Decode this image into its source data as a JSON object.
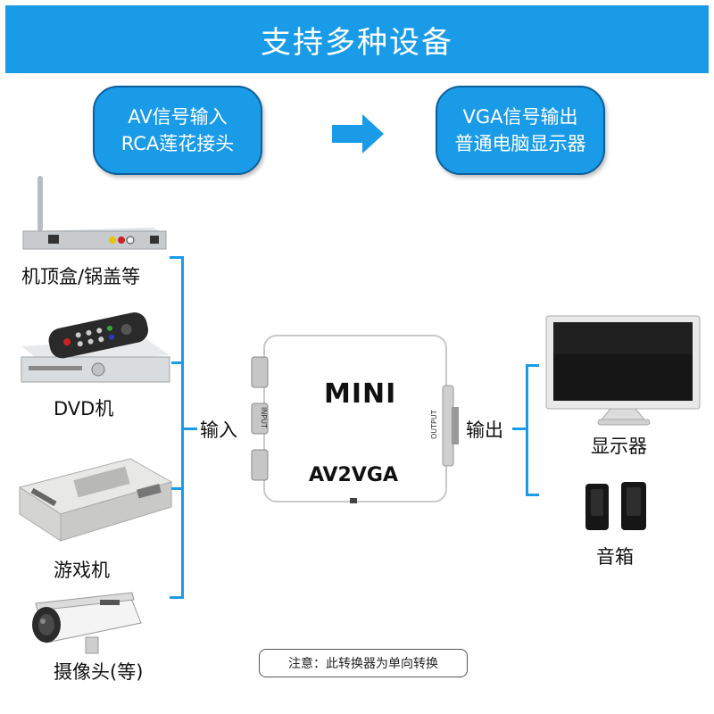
{
  "banner": {
    "title": "支持多种设备"
  },
  "flow": {
    "input": {
      "line1": "AV信号输入",
      "line2": "RCA莲花接头"
    },
    "output": {
      "line1": "VGA信号输出",
      "line2": "普通电脑显示器"
    }
  },
  "sources": [
    {
      "label": "机顶盒/锅盖等",
      "icon": "set-top-box-icon"
    },
    {
      "label": "DVD机",
      "icon": "dvd-player-icon"
    },
    {
      "label": "游戏机",
      "icon": "game-console-icon"
    },
    {
      "label": "摄像头(等)",
      "icon": "camera-icon"
    }
  ],
  "input_label": "输入",
  "output_label": "输出",
  "device": {
    "brand": "MINI",
    "model": "AV2VGA",
    "port_in": "INPUT",
    "port_out": "OUTPUT"
  },
  "outputs": [
    {
      "label": "显示器",
      "icon": "monitor-icon"
    },
    {
      "label": "音箱",
      "icon": "speakers-icon"
    }
  ],
  "note": "注意：此转换器为单向转换",
  "colors": {
    "accent": "#1a9be8",
    "dark_accent": "#0b5f9a"
  }
}
